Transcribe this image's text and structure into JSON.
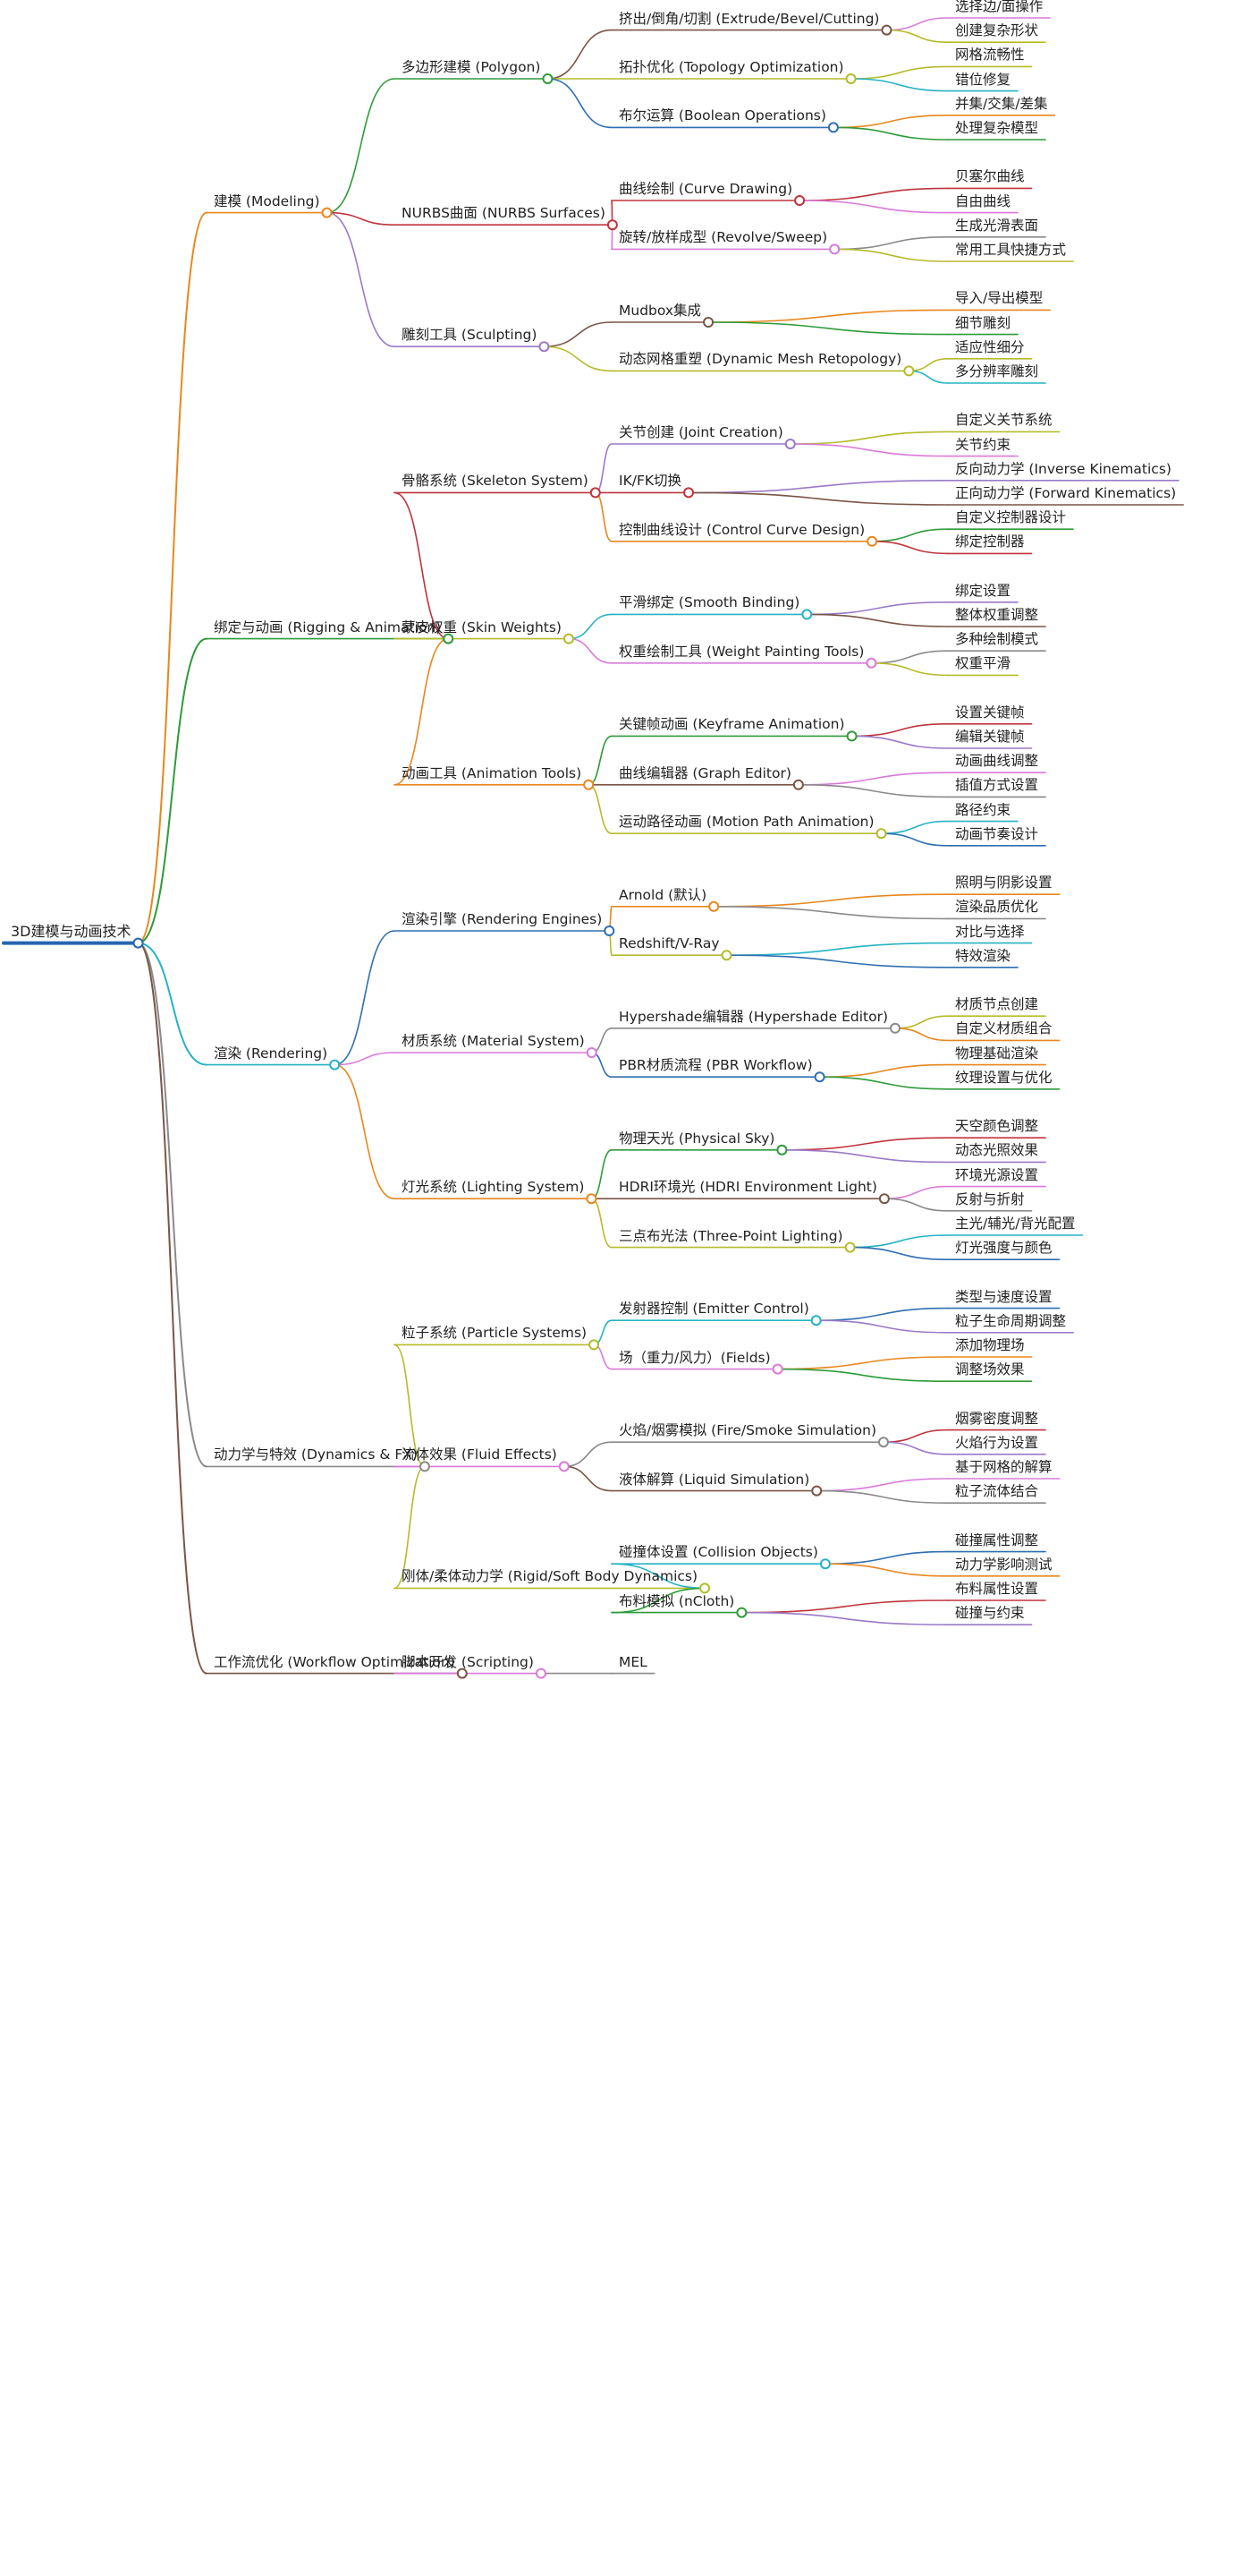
{
  "mindmap": {
    "title": "3D建模与动画技术",
    "colors": {
      "orange": "#e8871e",
      "green": "#2e9b3a",
      "red": "#c0343c",
      "teal": "#26b3c4",
      "pink": "#d97ad9",
      "olive": "#b4bc2a",
      "grey": "#8a8a8a",
      "brown": "#7a5548",
      "purple": "#9a7ac8",
      "blue": "#2e6fb2",
      "root": "#2566b0"
    },
    "branches": [
      {
        "label": "建模 (Modeling)",
        "color": "orange",
        "children": [
          {
            "label": "多边形建模 (Polygon)",
            "color": "green",
            "children": [
              {
                "label": "挤出/倒角/切割 (Extrude/Bevel/Cutting)",
                "color": "brown",
                "children": [
                  {
                    "label": "选择边/面操作",
                    "color": "pink"
                  },
                  {
                    "label": "创建复杂形状",
                    "color": "olive"
                  }
                ]
              },
              {
                "label": "拓扑优化 (Topology Optimization)",
                "color": "olive",
                "children": [
                  {
                    "label": "网格流畅性",
                    "color": "olive"
                  },
                  {
                    "label": "错位修复",
                    "color": "teal"
                  }
                ]
              },
              {
                "label": "布尔运算 (Boolean Operations)",
                "color": "blue",
                "children": [
                  {
                    "label": "并集/交集/差集",
                    "color": "orange"
                  },
                  {
                    "label": "处理复杂模型",
                    "color": "green"
                  }
                ]
              }
            ]
          },
          {
            "label": "NURBS曲面 (NURBS Surfaces)",
            "color": "red",
            "children": [
              {
                "label": "曲线绘制 (Curve Drawing)",
                "color": "red",
                "children": [
                  {
                    "label": "贝塞尔曲线",
                    "color": "red"
                  },
                  {
                    "label": "自由曲线",
                    "color": "pink"
                  }
                ]
              },
              {
                "label": "旋转/放样成型 (Revolve/Sweep)",
                "color": "pink",
                "children": [
                  {
                    "label": "生成光滑表面",
                    "color": "grey"
                  },
                  {
                    "label": "常用工具快捷方式",
                    "color": "olive"
                  }
                ]
              }
            ]
          },
          {
            "label": "雕刻工具 (Sculpting)",
            "color": "purple",
            "children": [
              {
                "label": "Mudbox集成",
                "color": "brown",
                "children": [
                  {
                    "label": "导入/导出模型",
                    "color": "orange"
                  },
                  {
                    "label": "细节雕刻",
                    "color": "green"
                  }
                ]
              },
              {
                "label": "动态网格重塑 (Dynamic Mesh Retopology)",
                "color": "olive",
                "children": [
                  {
                    "label": "适应性细分",
                    "color": "olive"
                  },
                  {
                    "label": "多分辨率雕刻",
                    "color": "teal"
                  }
                ]
              }
            ]
          }
        ]
      },
      {
        "label": "绑定与动画 (Rigging & Animation)",
        "color": "green",
        "children": [
          {
            "label": "骨骼系统 (Skeleton System)",
            "color": "red",
            "children": [
              {
                "label": "关节创建 (Joint Creation)",
                "color": "purple",
                "children": [
                  {
                    "label": "自定义关节系统",
                    "color": "olive"
                  },
                  {
                    "label": "关节约束",
                    "color": "pink"
                  }
                ]
              },
              {
                "label": "IK/FK切换",
                "color": "red",
                "children": [
                  {
                    "label": "反向动力学 (Inverse Kinematics)",
                    "color": "purple"
                  },
                  {
                    "label": "正向动力学 (Forward Kinematics)",
                    "color": "brown"
                  }
                ]
              },
              {
                "label": "控制曲线设计 (Control Curve Design)",
                "color": "orange",
                "children": [
                  {
                    "label": "自定义控制器设计",
                    "color": "green"
                  },
                  {
                    "label": "绑定控制器",
                    "color": "red"
                  }
                ]
              }
            ]
          },
          {
            "label": "蒙皮权重 (Skin Weights)",
            "color": "olive",
            "children": [
              {
                "label": "平滑绑定 (Smooth Binding)",
                "color": "teal",
                "children": [
                  {
                    "label": "绑定设置",
                    "color": "purple"
                  },
                  {
                    "label": "整体权重调整",
                    "color": "brown"
                  }
                ]
              },
              {
                "label": "权重绘制工具 (Weight Painting Tools)",
                "color": "pink",
                "children": [
                  {
                    "label": "多种绘制模式",
                    "color": "grey"
                  },
                  {
                    "label": "权重平滑",
                    "color": "olive"
                  }
                ]
              }
            ]
          },
          {
            "label": "动画工具 (Animation Tools)",
            "color": "orange",
            "children": [
              {
                "label": "关键帧动画 (Keyframe Animation)",
                "color": "green",
                "children": [
                  {
                    "label": "设置关键帧",
                    "color": "red"
                  },
                  {
                    "label": "编辑关键帧",
                    "color": "purple"
                  }
                ]
              },
              {
                "label": "曲线编辑器 (Graph Editor)",
                "color": "brown",
                "children": [
                  {
                    "label": "动画曲线调整",
                    "color": "pink"
                  },
                  {
                    "label": "插值方式设置",
                    "color": "grey"
                  }
                ]
              },
              {
                "label": "运动路径动画 (Motion Path Animation)",
                "color": "olive",
                "children": [
                  {
                    "label": "路径约束",
                    "color": "teal"
                  },
                  {
                    "label": "动画节奏设计",
                    "color": "blue"
                  }
                ]
              }
            ]
          }
        ]
      },
      {
        "label": "渲染 (Rendering)",
        "color": "teal",
        "children": [
          {
            "label": "渲染引擎 (Rendering Engines)",
            "color": "blue",
            "children": [
              {
                "label": "Arnold (默认)",
                "color": "orange",
                "children": [
                  {
                    "label": "照明与阴影设置",
                    "color": "orange"
                  },
                  {
                    "label": "渲染品质优化",
                    "color": "grey"
                  }
                ]
              },
              {
                "label": "Redshift/V-Ray",
                "color": "olive",
                "children": [
                  {
                    "label": "对比与选择",
                    "color": "teal"
                  },
                  {
                    "label": "特效渲染",
                    "color": "blue"
                  }
                ]
              }
            ]
          },
          {
            "label": "材质系统 (Material System)",
            "color": "pink",
            "children": [
              {
                "label": "Hypershade编辑器 (Hypershade Editor)",
                "color": "grey",
                "children": [
                  {
                    "label": "材质节点创建",
                    "color": "olive"
                  },
                  {
                    "label": "自定义材质组合",
                    "color": "orange"
                  }
                ]
              },
              {
                "label": "PBR材质流程 (PBR Workflow)",
                "color": "blue",
                "children": [
                  {
                    "label": "物理基础渲染",
                    "color": "orange"
                  },
                  {
                    "label": "纹理设置与优化",
                    "color": "green"
                  }
                ]
              }
            ]
          },
          {
            "label": "灯光系统 (Lighting System)",
            "color": "orange",
            "children": [
              {
                "label": "物理天光 (Physical Sky)",
                "color": "green",
                "children": [
                  {
                    "label": "天空颜色调整",
                    "color": "red"
                  },
                  {
                    "label": "动态光照效果",
                    "color": "purple"
                  }
                ]
              },
              {
                "label": "HDRI环境光 (HDRI Environment Light)",
                "color": "brown",
                "children": [
                  {
                    "label": "环境光源设置",
                    "color": "pink"
                  },
                  {
                    "label": "反射与折射",
                    "color": "grey"
                  }
                ]
              },
              {
                "label": "三点布光法 (Three-Point Lighting)",
                "color": "olive",
                "children": [
                  {
                    "label": "主光/辅光/背光配置",
                    "color": "teal"
                  },
                  {
                    "label": "灯光强度与颜色",
                    "color": "blue"
                  }
                ]
              }
            ]
          }
        ]
      },
      {
        "label": "动力学与特效 (Dynamics & FX)",
        "color": "grey",
        "children": [
          {
            "label": "粒子系统 (Particle Systems)",
            "color": "olive",
            "children": [
              {
                "label": "发射器控制 (Emitter Control)",
                "color": "teal",
                "children": [
                  {
                    "label": "类型与速度设置",
                    "color": "blue"
                  },
                  {
                    "label": "粒子生命周期调整",
                    "color": "purple"
                  }
                ]
              },
              {
                "label": "场（重力/风力）(Fields)",
                "color": "pink",
                "children": [
                  {
                    "label": "添加物理场",
                    "color": "orange"
                  },
                  {
                    "label": "调整场效果",
                    "color": "green"
                  }
                ]
              }
            ]
          },
          {
            "label": "流体效果 (Fluid Effects)",
            "color": "pink",
            "children": [
              {
                "label": "火焰/烟雾模拟 (Fire/Smoke Simulation)",
                "color": "grey",
                "children": [
                  {
                    "label": "烟雾密度调整",
                    "color": "red"
                  },
                  {
                    "label": "火焰行为设置",
                    "color": "purple"
                  }
                ]
              },
              {
                "label": "液体解算 (Liquid Simulation)",
                "color": "brown",
                "children": [
                  {
                    "label": "基于网格的解算",
                    "color": "pink"
                  },
                  {
                    "label": "粒子流体结合",
                    "color": "grey"
                  }
                ]
              }
            ]
          },
          {
            "label": "刚体/柔体动力学 (Rigid/Soft Body Dynamics)",
            "color": "olive",
            "children": [
              {
                "label": "碰撞体设置 (Collision Objects)",
                "color": "teal",
                "children": [
                  {
                    "label": "碰撞属性调整",
                    "color": "blue"
                  },
                  {
                    "label": "动力学影响测试",
                    "color": "orange"
                  }
                ]
              },
              {
                "label": "布料模拟 (nCloth)",
                "color": "green",
                "children": [
                  {
                    "label": "布料属性设置",
                    "color": "red"
                  },
                  {
                    "label": "碰撞与约束",
                    "color": "purple"
                  }
                ]
              }
            ]
          }
        ]
      },
      {
        "label": "工作流优化 (Workflow Optimization)",
        "color": "brown",
        "children": [
          {
            "label": "脚本开发 (Scripting)",
            "color": "pink",
            "children": [
              {
                "label": "MEL",
                "color": "grey"
              }
            ]
          }
        ]
      }
    ]
  }
}
